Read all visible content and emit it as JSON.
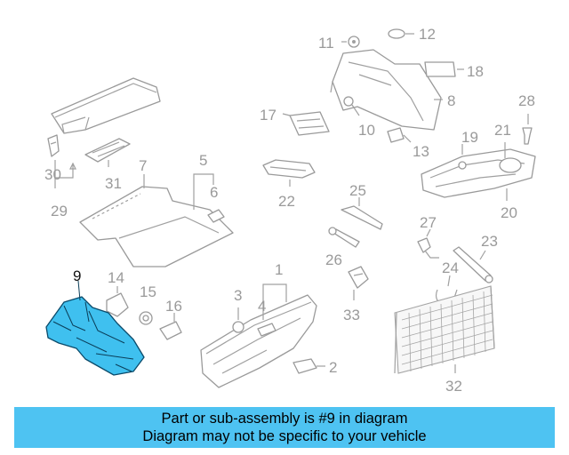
{
  "diagram": {
    "highlighted_part": "9",
    "part_labels": [
      "1",
      "2",
      "3",
      "4",
      "5",
      "6",
      "7",
      "8",
      "9",
      "10",
      "11",
      "12",
      "13",
      "14",
      "15",
      "16",
      "17",
      "18",
      "19",
      "20",
      "21",
      "22",
      "23",
      "24",
      "25",
      "26",
      "27",
      "28",
      "29",
      "30",
      "31",
      "32",
      "33"
    ],
    "colors": {
      "highlight_fill": "#3fc0ef",
      "label_gray": "#9a9a9a",
      "line_gray": "#a0a0a0",
      "banner_bg": "#4ec3f2"
    }
  },
  "banner": {
    "line1": "Part or sub-assembly is #9 in diagram",
    "line2": "Diagram may not be specific to your vehicle"
  }
}
